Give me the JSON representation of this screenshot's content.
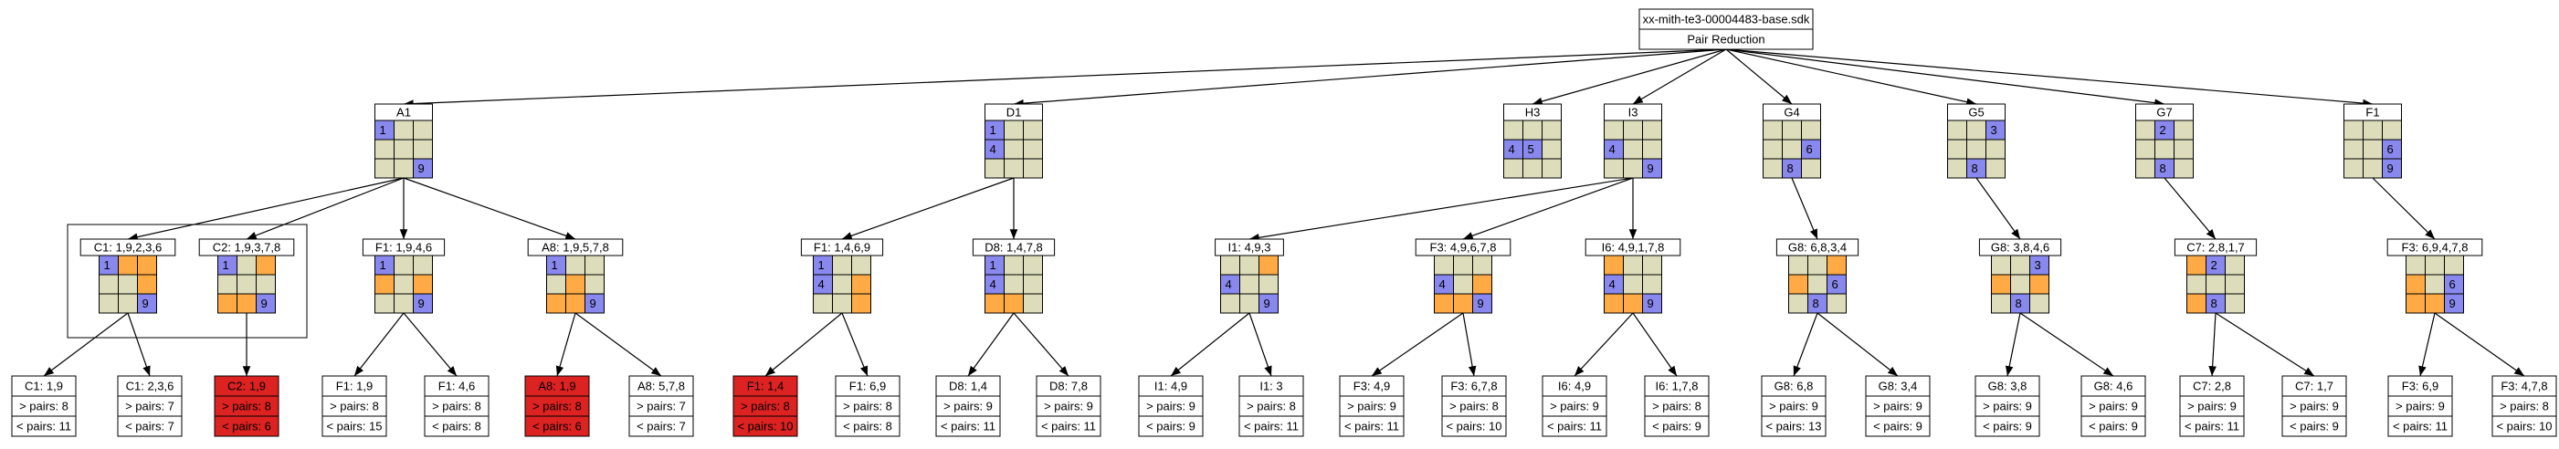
{
  "root": {
    "title": "xx-mith-te3-00004483-base.sdk",
    "subtitle": "Pair Reduction"
  },
  "colors": {
    "blue": "#8888ee",
    "orange": "#ffaa44",
    "beige": "#ddddbb",
    "red": "#dd2222",
    "border": "#000000"
  },
  "level1": [
    {
      "label": "A1",
      "cells": [
        "b1",
        "e",
        "e",
        "e",
        "e",
        "e",
        "e",
        "e",
        "b9"
      ]
    },
    {
      "label": "D1",
      "cells": [
        "b1",
        "e",
        "e",
        "b4",
        "e",
        "e",
        "e",
        "e",
        "e"
      ]
    },
    {
      "label": "H3",
      "cells": [
        "e",
        "e",
        "e",
        "b4",
        "b5",
        "e",
        "e",
        "e",
        "e"
      ]
    },
    {
      "label": "I3",
      "cells": [
        "e",
        "e",
        "e",
        "b4",
        "e",
        "e",
        "e",
        "e",
        "b9"
      ]
    },
    {
      "label": "G4",
      "cells": [
        "e",
        "e",
        "e",
        "e",
        "e",
        "b6",
        "e",
        "b8",
        "e"
      ]
    },
    {
      "label": "G5",
      "cells": [
        "e",
        "e",
        "b3",
        "e",
        "e",
        "e",
        "e",
        "b8",
        "e"
      ]
    },
    {
      "label": "G7",
      "cells": [
        "e",
        "b2",
        "e",
        "e",
        "e",
        "e",
        "e",
        "b8",
        "e"
      ]
    },
    {
      "label": "F1",
      "cells": [
        "e",
        "e",
        "e",
        "e",
        "e",
        "b6",
        "e",
        "e",
        "b9"
      ]
    }
  ],
  "level2": [
    {
      "label": "C1: 1,9,2,3,6",
      "cells": [
        "b1",
        "o",
        "o",
        "e",
        "e",
        "o",
        "e",
        "e",
        "b9"
      ]
    },
    {
      "label": "C2: 1,9,3,7,8",
      "cells": [
        "b1",
        "e",
        "o",
        "e",
        "e",
        "e",
        "o",
        "o",
        "b9"
      ]
    },
    {
      "label": "F1: 1,9,4,6",
      "cells": [
        "b1",
        "e",
        "e",
        "o",
        "e",
        "o",
        "e",
        "e",
        "b9"
      ]
    },
    {
      "label": "A8: 1,9,5,7,8",
      "cells": [
        "b1",
        "e",
        "e",
        "e",
        "o",
        "e",
        "o",
        "o",
        "b9"
      ]
    },
    {
      "label": "F1: 1,4,6,9",
      "cells": [
        "b1",
        "e",
        "e",
        "b4",
        "e",
        "o",
        "e",
        "e",
        "o"
      ]
    },
    {
      "label": "D8: 1,4,7,8",
      "cells": [
        "b1",
        "e",
        "e",
        "b4",
        "e",
        "e",
        "o",
        "o",
        "e"
      ]
    },
    {
      "label": "I1: 4,9,3",
      "cells": [
        "e",
        "e",
        "o",
        "b4",
        "e",
        "e",
        "e",
        "e",
        "b9"
      ]
    },
    {
      "label": "F3: 4,9,6,7,8",
      "cells": [
        "e",
        "e",
        "e",
        "b4",
        "e",
        "o",
        "o",
        "o",
        "b9"
      ]
    },
    {
      "label": "I6: 4,9,1,7,8",
      "cells": [
        "o",
        "e",
        "e",
        "b4",
        "e",
        "e",
        "o",
        "o",
        "b9"
      ]
    },
    {
      "label": "G8: 6,8,3,4",
      "cells": [
        "e",
        "e",
        "o",
        "o",
        "e",
        "b6",
        "e",
        "b8",
        "e"
      ]
    },
    {
      "label": "G8: 3,8,4,6",
      "cells": [
        "e",
        "e",
        "b3",
        "o",
        "e",
        "o",
        "e",
        "b8",
        "e"
      ]
    },
    {
      "label": "C7: 2,8,1,7",
      "cells": [
        "o",
        "b2",
        "e",
        "e",
        "e",
        "e",
        "o",
        "b8",
        "e"
      ]
    },
    {
      "label": "F3: 6,9,4,7,8",
      "cells": [
        "e",
        "e",
        "e",
        "o",
        "e",
        "b6",
        "o",
        "o",
        "b9"
      ]
    }
  ],
  "leaves": [
    {
      "label": "C1: 1,9",
      "gt": "> pairs: 8",
      "lt": "< pairs: 11",
      "red": false
    },
    {
      "label": "C1: 2,3,6",
      "gt": "> pairs: 7",
      "lt": "< pairs: 7",
      "red": false
    },
    {
      "label": "C2: 1,9",
      "gt": "> pairs: 8",
      "lt": "< pairs: 6",
      "red": true
    },
    {
      "label": "F1: 1,9",
      "gt": "> pairs: 8",
      "lt": "< pairs: 15",
      "red": false
    },
    {
      "label": "F1: 4,6",
      "gt": "> pairs: 8",
      "lt": "< pairs: 8",
      "red": false
    },
    {
      "label": "A8: 1,9",
      "gt": "> pairs: 8",
      "lt": "< pairs: 6",
      "red": true
    },
    {
      "label": "A8: 5,7,8",
      "gt": "> pairs: 7",
      "lt": "< pairs: 7",
      "red": false
    },
    {
      "label": "F1: 1,4",
      "gt": "> pairs: 8",
      "lt": "< pairs: 10",
      "red": true
    },
    {
      "label": "F1: 6,9",
      "gt": "> pairs: 8",
      "lt": "< pairs: 8",
      "red": false
    },
    {
      "label": "D8: 1,4",
      "gt": "> pairs: 9",
      "lt": "< pairs: 11",
      "red": false
    },
    {
      "label": "D8: 7,8",
      "gt": "> pairs: 9",
      "lt": "< pairs: 11",
      "red": false
    },
    {
      "label": "I1: 4,9",
      "gt": "> pairs: 9",
      "lt": "< pairs: 9",
      "red": false
    },
    {
      "label": "I1: 3",
      "gt": "> pairs: 8",
      "lt": "< pairs: 11",
      "red": false
    },
    {
      "label": "F3: 4,9",
      "gt": "> pairs: 9",
      "lt": "< pairs: 11",
      "red": false
    },
    {
      "label": "F3: 6,7,8",
      "gt": "> pairs: 8",
      "lt": "< pairs: 10",
      "red": false
    },
    {
      "label": "I6: 4,9",
      "gt": "> pairs: 9",
      "lt": "< pairs: 11",
      "red": false
    },
    {
      "label": "I6: 1,7,8",
      "gt": "> pairs: 8",
      "lt": "< pairs: 9",
      "red": false
    },
    {
      "label": "G8: 6,8",
      "gt": "> pairs: 9",
      "lt": "< pairs: 13",
      "red": false
    },
    {
      "label": "G8: 3,4",
      "gt": "> pairs: 9",
      "lt": "< pairs: 9",
      "red": false
    },
    {
      "label": "G8: 3,8",
      "gt": "> pairs: 9",
      "lt": "< pairs: 9",
      "red": false
    },
    {
      "label": "G8: 4,6",
      "gt": "> pairs: 9",
      "lt": "< pairs: 9",
      "red": false
    },
    {
      "label": "C7: 2,8",
      "gt": "> pairs: 9",
      "lt": "< pairs: 11",
      "red": false
    },
    {
      "label": "C7: 1,7",
      "gt": "> pairs: 9",
      "lt": "< pairs: 9",
      "red": false
    },
    {
      "label": "F3: 6,9",
      "gt": "> pairs: 9",
      "lt": "< pairs: 11",
      "red": false
    },
    {
      "label": "F3: 4,7,8",
      "gt": "> pairs: 8",
      "lt": "< pairs: 10",
      "red": false
    }
  ],
  "edges": {
    "root_to_level1": [
      0,
      1,
      2,
      3,
      4,
      5,
      6,
      7
    ],
    "level1_to_level2": [
      [
        0,
        0
      ],
      [
        0,
        1
      ],
      [
        0,
        2
      ],
      [
        0,
        3
      ],
      [
        1,
        4
      ],
      [
        1,
        5
      ],
      [
        3,
        6
      ],
      [
        3,
        7
      ],
      [
        3,
        8
      ],
      [
        4,
        9
      ],
      [
        5,
        10
      ],
      [
        6,
        11
      ],
      [
        7,
        12
      ]
    ],
    "level2_to_leaves": [
      [
        0,
        0
      ],
      [
        0,
        1
      ],
      [
        1,
        2
      ],
      [
        2,
        3
      ],
      [
        2,
        4
      ],
      [
        3,
        5
      ],
      [
        3,
        6
      ],
      [
        4,
        7
      ],
      [
        4,
        8
      ],
      [
        5,
        9
      ],
      [
        5,
        10
      ],
      [
        6,
        11
      ],
      [
        6,
        12
      ],
      [
        7,
        13
      ],
      [
        7,
        14
      ],
      [
        8,
        15
      ],
      [
        8,
        16
      ],
      [
        9,
        17
      ],
      [
        9,
        18
      ],
      [
        10,
        19
      ],
      [
        10,
        20
      ],
      [
        11,
        21
      ],
      [
        11,
        22
      ],
      [
        12,
        23
      ],
      [
        12,
        24
      ]
    ]
  }
}
